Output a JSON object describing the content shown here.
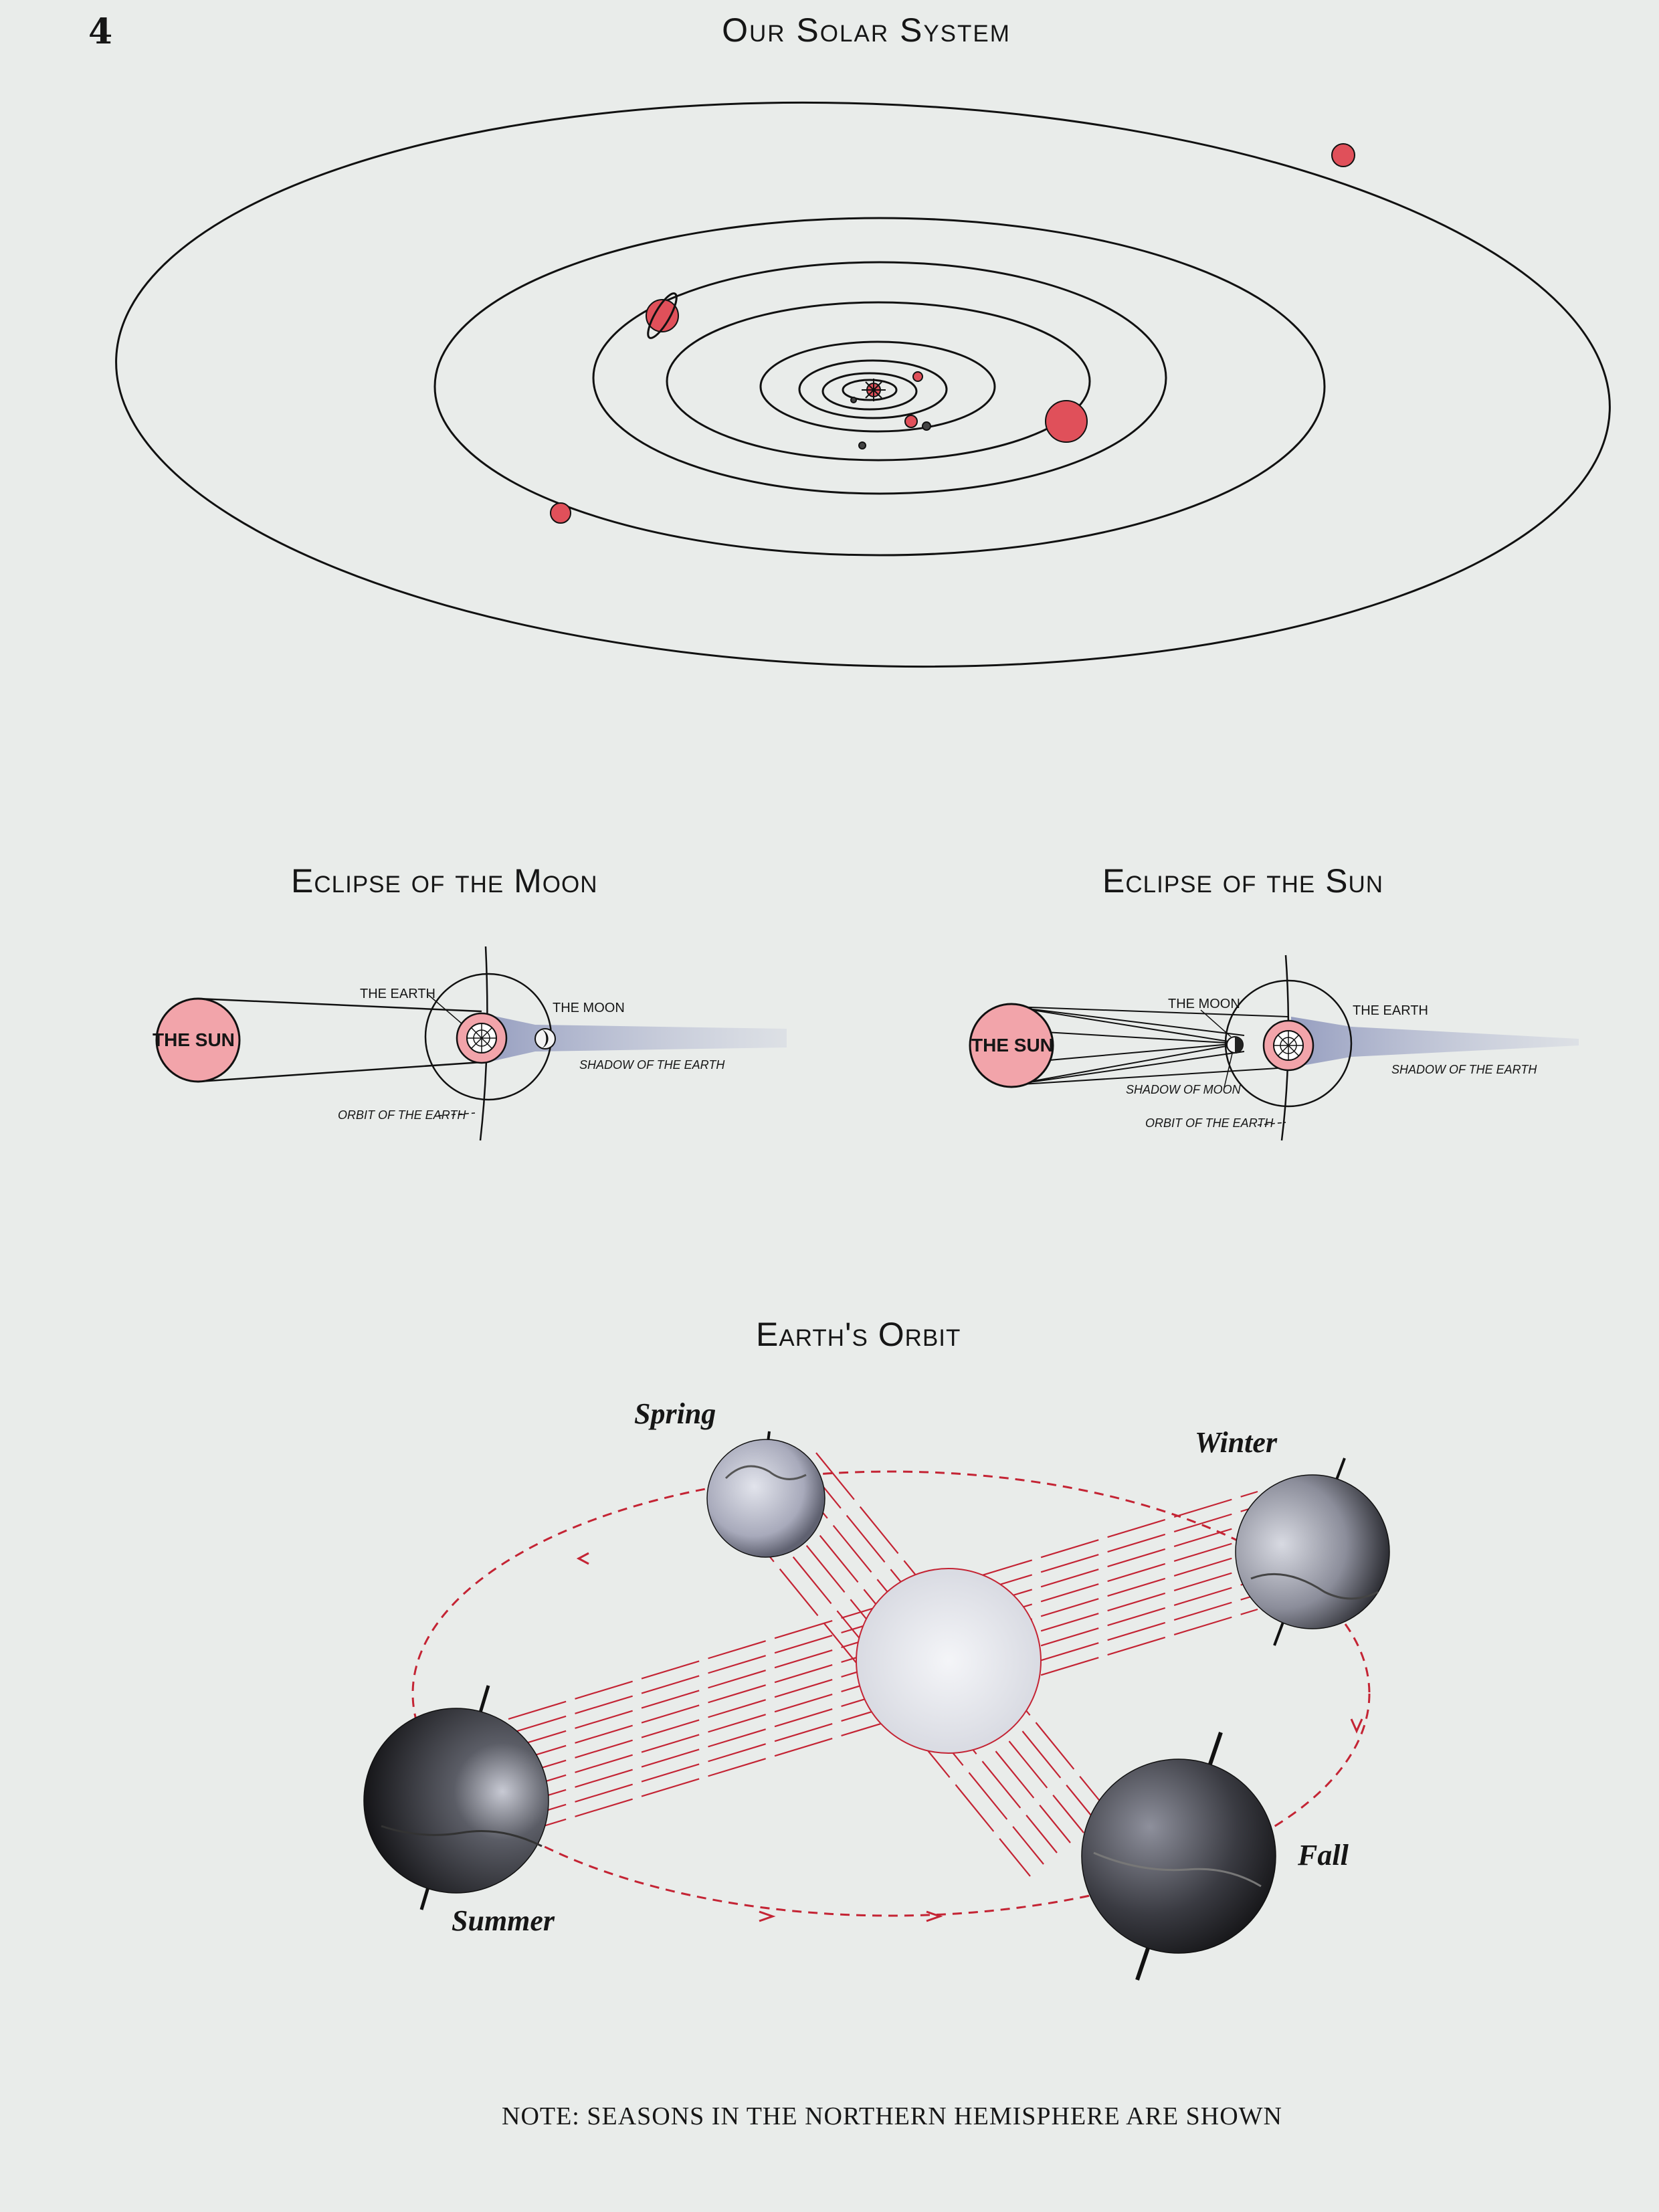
{
  "page": {
    "number": "4",
    "title": "Our Solar System",
    "note": "NOTE:  SEASONS IN THE NORTHERN HEMISPHERE ARE SHOWN"
  },
  "moon_eclipse": {
    "title": "Eclipse of the Moon",
    "sun": "THE SUN",
    "earth": "THE EARTH",
    "moon": "THE MOON",
    "shadow": "SHADOW OF THE EARTH",
    "orbit": "ORBIT OF THE EARTH"
  },
  "sun_eclipse": {
    "title": "Eclipse of the Sun",
    "sun": "THE SUN",
    "moon": "THE MOON",
    "earth": "THE EARTH",
    "shadow_earth": "SHADOW OF THE EARTH",
    "shadow_moon": "SHADOW OF MOON",
    "orbit": "ORBIT OF THE EARTH"
  },
  "earth_orbit": {
    "title": "Earth's Orbit",
    "spring": "Spring",
    "winter": "Winter",
    "summer": "Summer",
    "fall": "Fall"
  },
  "colors": {
    "planet_red": "#e0505a",
    "sun_pink": "#f2a4aa",
    "orbit_red": "#c42434",
    "shadow_blue": "#8c93b8",
    "paper": "#e9ecea"
  },
  "icons": [
    "sun-icon",
    "planet-icon",
    "saturn-icon",
    "earth-globe-icon",
    "moon-icon"
  ]
}
